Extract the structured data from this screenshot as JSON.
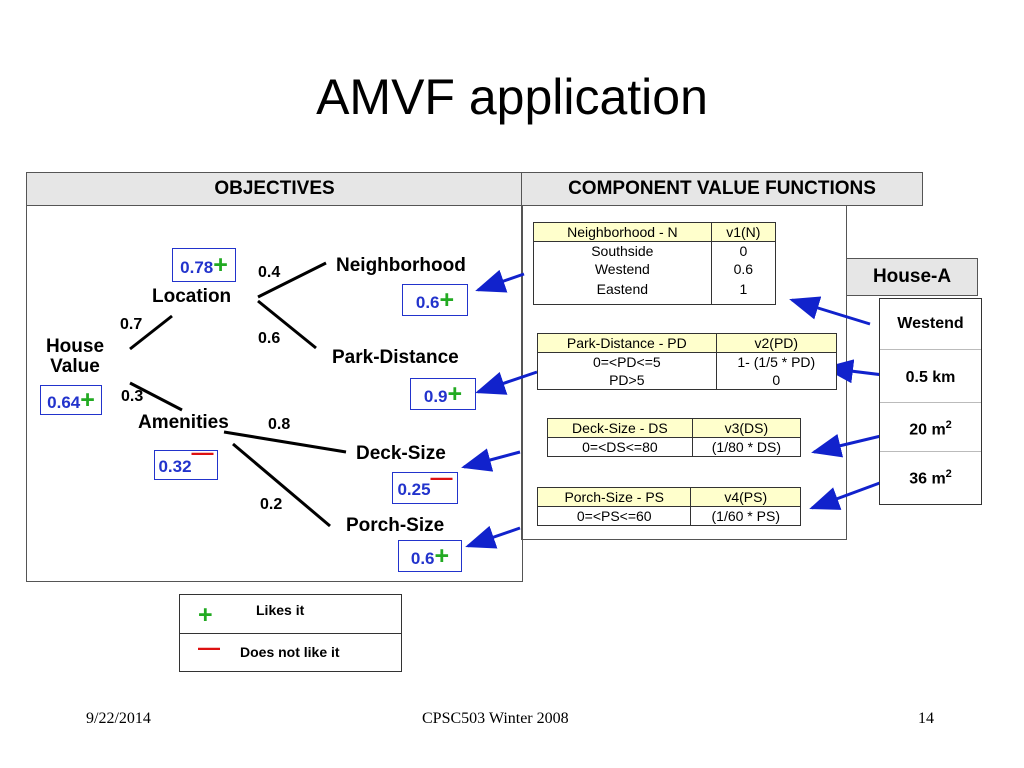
{
  "title": "AMVF application",
  "headers": {
    "objectives": "OBJECTIVES",
    "cvf": "COMPONENT VALUE FUNCTIONS"
  },
  "tree": {
    "root": {
      "label1": "House",
      "label2": "Value",
      "value": "0.64",
      "sign": "+"
    },
    "location": {
      "label": "Location",
      "value": "0.78",
      "sign": "+",
      "weight": "0.7"
    },
    "amenities": {
      "label": "Amenities",
      "value": "0.32",
      "sign": "—",
      "weight": "0.3"
    },
    "neighborhood": {
      "label": "Neighborhood",
      "value": "0.6",
      "sign": "+",
      "weight": "0.4"
    },
    "park": {
      "label": "Park-Distance",
      "value": "0.9",
      "sign": "+",
      "weight": "0.6"
    },
    "deck": {
      "label": "Deck-Size",
      "value": "0.25",
      "sign": "—",
      "weight": "0.8"
    },
    "porch": {
      "label": "Porch-Size",
      "value": "0.6",
      "sign": "+",
      "weight": "0.2"
    }
  },
  "tables": {
    "n": {
      "h1": "Neighborhood - N",
      "h2": "v1(N)",
      "rows": [
        [
          "Southside",
          "0"
        ],
        [
          "Westend",
          "0.6"
        ],
        [
          "Eastend",
          "1"
        ]
      ]
    },
    "pd": {
      "h1": "Park-Distance - PD",
      "h2": "v2(PD)",
      "rows": [
        [
          "0=<PD<=5",
          "1- (1/5 * PD)"
        ],
        [
          "PD>5",
          "0"
        ]
      ]
    },
    "ds": {
      "h1": "Deck-Size - DS",
      "h2": "v3(DS)",
      "rows": [
        [
          "0=<DS<=80",
          "(1/80 * DS)"
        ]
      ]
    },
    "ps": {
      "h1": "Porch-Size - PS",
      "h2": "v4(PS)",
      "rows": [
        [
          "0=<PS<=60",
          "(1/60 * PS)"
        ]
      ]
    }
  },
  "house": {
    "title": "House-A",
    "neighborhood": "Westend",
    "distance": "0.5 km",
    "deck": "20 m",
    "porch": "36 m",
    "sup": "2"
  },
  "legend": {
    "plus": "+",
    "likes": "Likes it",
    "minus": "—",
    "dislikes": "Does not like it"
  },
  "footer": {
    "date": "9/22/2014",
    "course": "CPSC503 Winter 2008",
    "page": "14"
  }
}
